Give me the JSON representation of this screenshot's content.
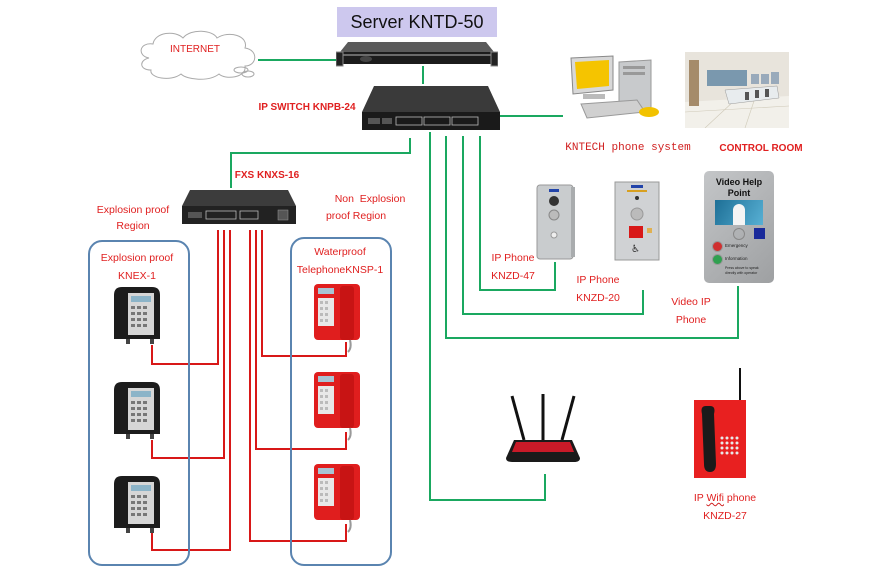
{
  "server": {
    "title": "Server KNTD-50"
  },
  "internet": {
    "label": "INTERNET"
  },
  "ip_switch": {
    "label": "IP SWITCH KNPB-24"
  },
  "phone_system": {
    "label": "KNTECH phone system"
  },
  "control_room": {
    "label": "CONTROL ROOM"
  },
  "fxs": {
    "label": "FXS KNXS-16"
  },
  "regions": {
    "explosion_proof": {
      "line1": "Explosion proof",
      "line2": "Region"
    },
    "non_explosion_proof": {
      "line1": "Non  Explosion",
      "line2": "proof Region"
    }
  },
  "explosion_phones": {
    "line1": "Explosion proof",
    "line2": "KNEX-1",
    "count": 3
  },
  "waterproof_phones": {
    "line1": "Waterproof",
    "line2": "TelephoneKNSP-1",
    "count": 3
  },
  "ip_phone_47": {
    "line1": "IP Phone",
    "line2": "KNZD-47"
  },
  "ip_phone_20": {
    "line1": "IP Phone",
    "line2": "KNZD-20"
  },
  "video_ip_phone": {
    "line1": "Video IP",
    "line2": "Phone"
  },
  "video_help_point": {
    "title_line1": "Video Help",
    "title_line2": "Point",
    "emergency": "Emergency",
    "information": "Information",
    "note": "Press above to speak directly with operator"
  },
  "wifi_phone": {
    "line1_prefix": "IP ",
    "line1_wavy": "Wifi",
    "line1_suffix": " phone",
    "line2": "KNZD-27"
  },
  "colors": {
    "network_line": "#1aa860",
    "analog_line": "#d81818",
    "label": "#e02020",
    "region_border": "#5a84b0",
    "server_banner": "#cdc8ee"
  }
}
